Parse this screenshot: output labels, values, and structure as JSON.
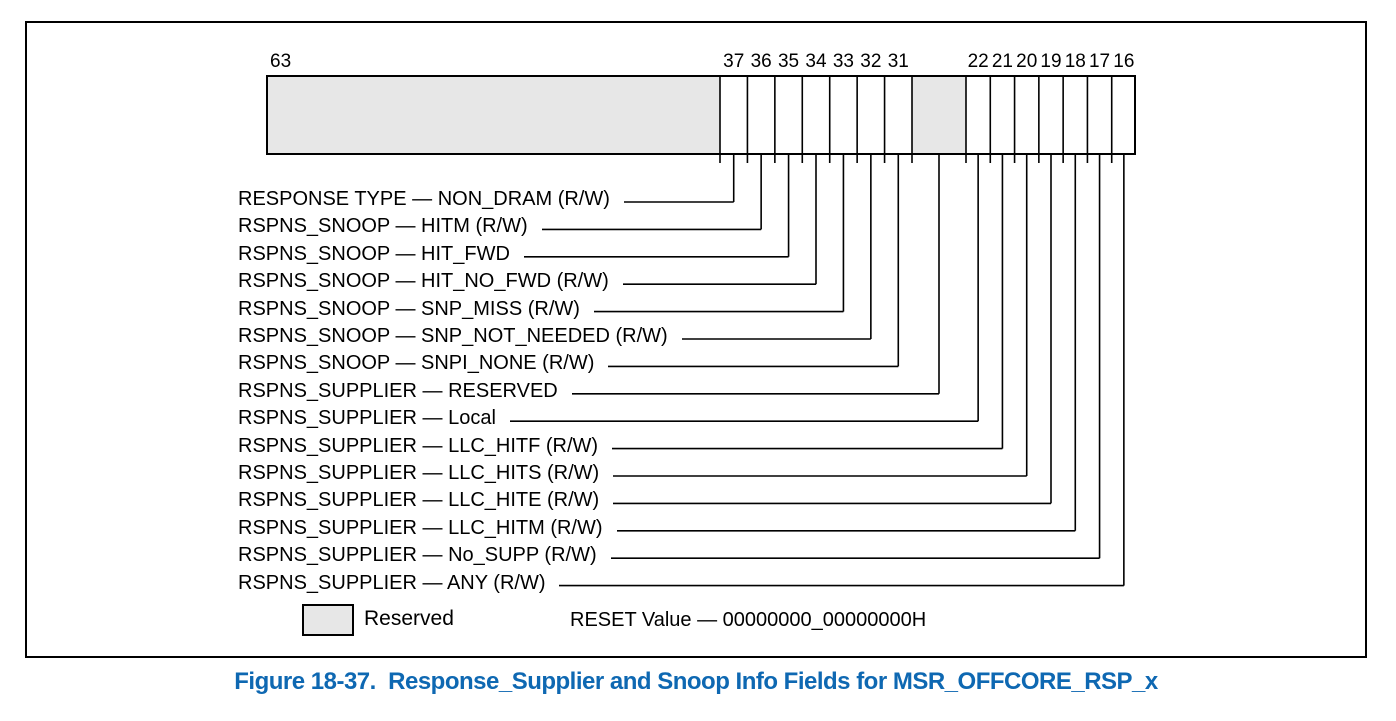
{
  "figure": {
    "bit_numbers": {
      "msb": "63",
      "high_cells": [
        "37",
        "36",
        "35",
        "34",
        "33",
        "32",
        "31"
      ],
      "low_cells": [
        "22",
        "21",
        "20",
        "19",
        "18",
        "17",
        "16"
      ]
    },
    "fields": [
      {
        "bit": "37",
        "label": "RESPONSE TYPE — NON_DRAM (R/W)"
      },
      {
        "bit": "36",
        "label": "RSPNS_SNOOP — HITM (R/W)"
      },
      {
        "bit": "35",
        "label": "RSPNS_SNOOP — HIT_FWD"
      },
      {
        "bit": "34",
        "label": "RSPNS_SNOOP — HIT_NO_FWD (R/W)"
      },
      {
        "bit": "33",
        "label": "RSPNS_SNOOP — SNP_MISS (R/W)"
      },
      {
        "bit": "32",
        "label": "RSPNS_SNOOP — SNP_NOT_NEEDED (R/W)"
      },
      {
        "bit": "31",
        "label": "RSPNS_SNOOP — SNPI_NONE (R/W)"
      },
      {
        "bit": "30:23",
        "label": "RSPNS_SUPPLIER — RESERVED",
        "reserved": true
      },
      {
        "bit": "22",
        "label": "RSPNS_SUPPLIER — Local"
      },
      {
        "bit": "21",
        "label": "RSPNS_SUPPLIER — LLC_HITF (R/W)"
      },
      {
        "bit": "20",
        "label": "RSPNS_SUPPLIER — LLC_HITS (R/W)"
      },
      {
        "bit": "19",
        "label": "RSPNS_SUPPLIER — LLC_HITE (R/W)"
      },
      {
        "bit": "18",
        "label": "RSPNS_SUPPLIER — LLC_HITM (R/W)"
      },
      {
        "bit": "17",
        "label": "RSPNS_SUPPLIER — No_SUPP (R/W)"
      },
      {
        "bit": "16",
        "label": "RSPNS_SUPPLIER — ANY (R/W)"
      }
    ],
    "legend": {
      "label": "Reserved"
    },
    "reset_value": "RESET Value — 00000000_00000000H",
    "caption": "Figure 18-37.  Response_Supplier and Snoop Info Fields for MSR_OFFCORE_RSP_x",
    "colors": {
      "reserved_fill": "#e7e7e7",
      "line": "#000000",
      "caption_blue": "#0e68b2"
    }
  }
}
